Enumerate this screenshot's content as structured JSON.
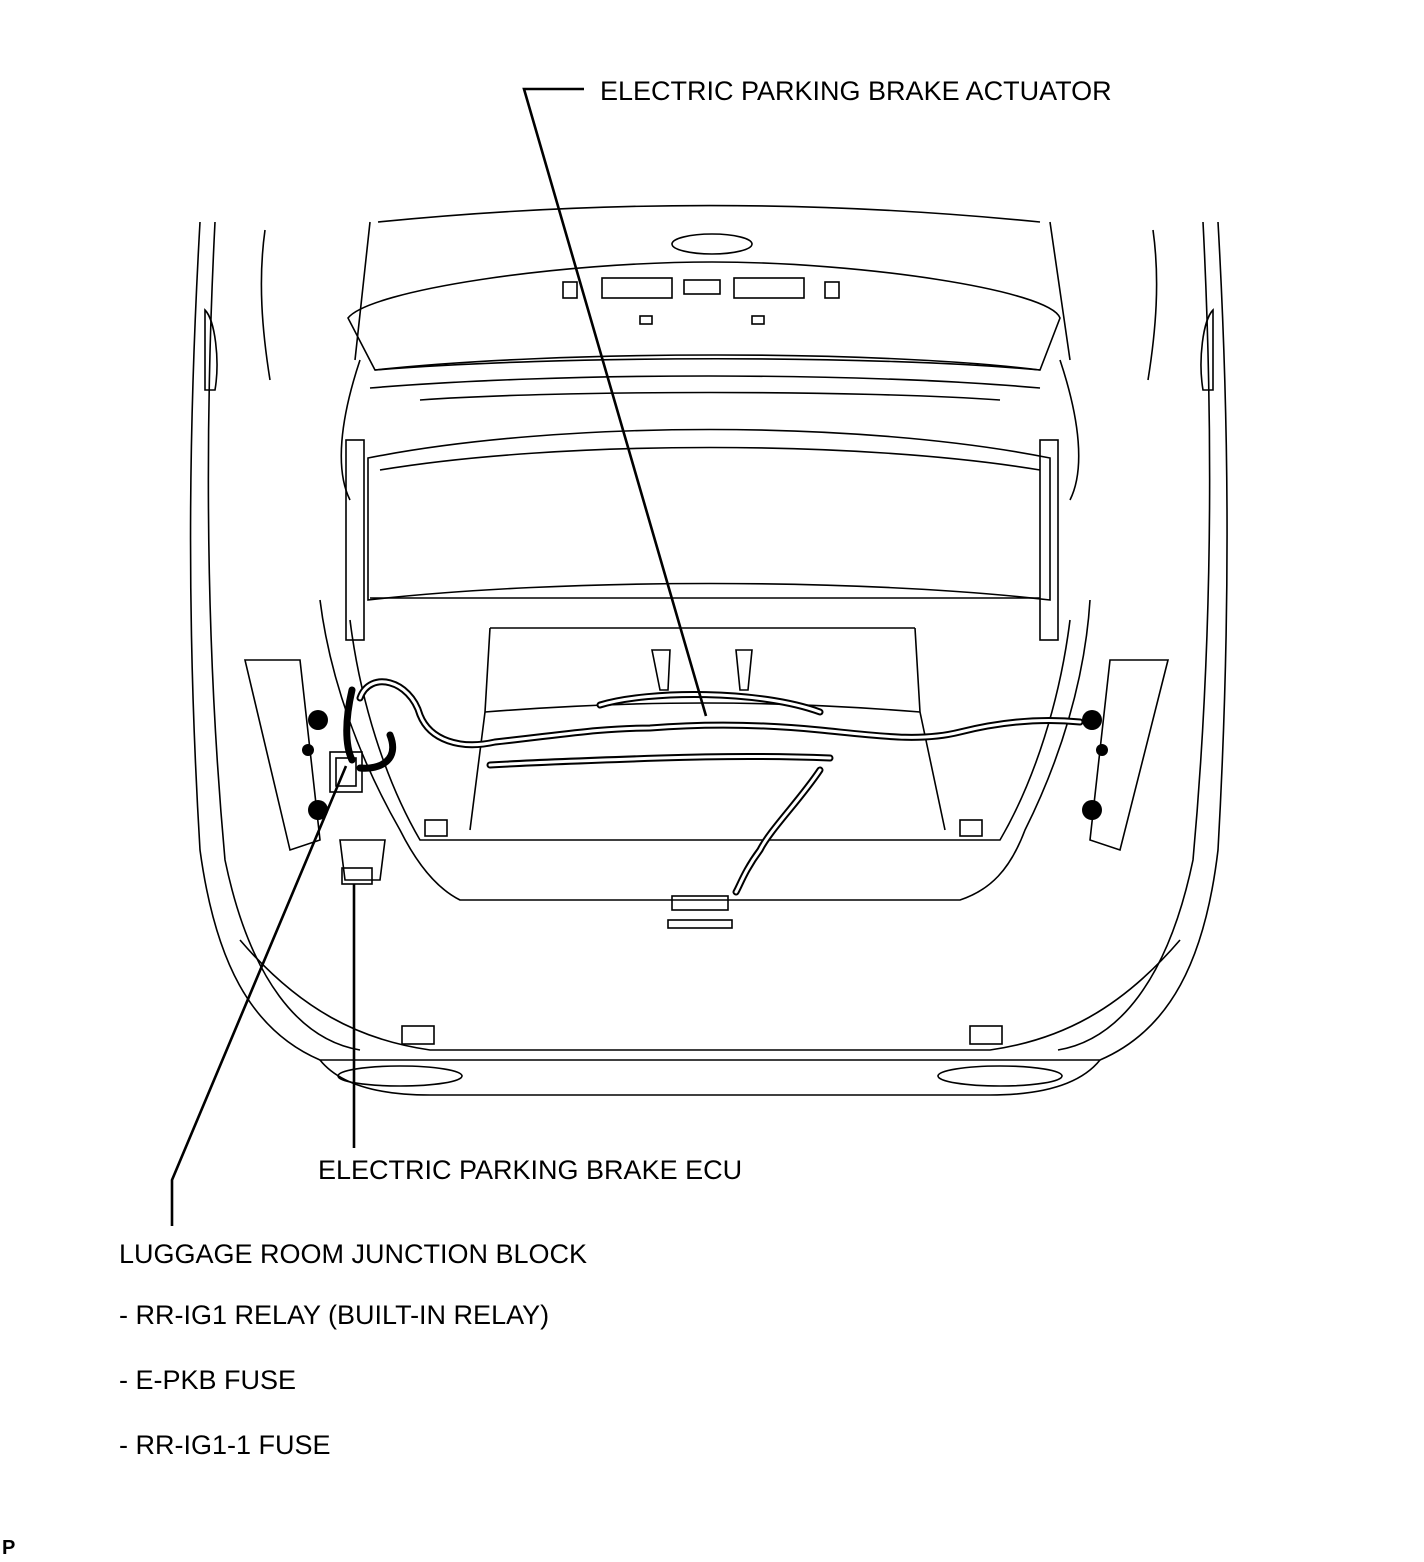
{
  "labels": {
    "actuator": "ELECTRIC PARKING BRAKE ACTUATOR",
    "ecu": "ELECTRIC PARKING BRAKE ECU",
    "junction_block": "LUGGAGE ROOM JUNCTION BLOCK",
    "relay": "- RR-IG1 RELAY (BUILT-IN RELAY)",
    "epkb_fuse": "- E-PKB FUSE",
    "rrig1_fuse": "- RR-IG1-1 FUSE"
  },
  "corner_mark": "P"
}
